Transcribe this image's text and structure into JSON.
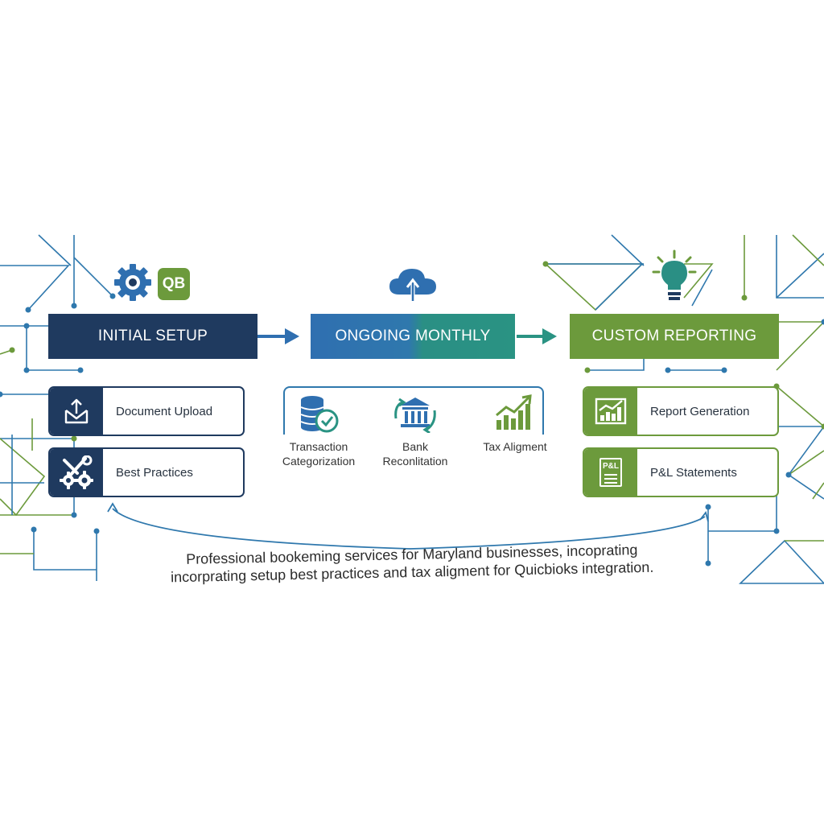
{
  "stages": {
    "setup": {
      "title": "INITIAL SETUP",
      "qb_logo_text": "QB"
    },
    "monthly": {
      "title": "ONGOING MONTHLY"
    },
    "reporting": {
      "title": "CUSTOM REPORTING"
    }
  },
  "setup_items": [
    {
      "label": "Document Upload",
      "icon": "document-upload-icon"
    },
    {
      "label": "Best Practices",
      "icon": "tools-gears-icon"
    }
  ],
  "monthly_items": [
    {
      "label_1": "Transaction",
      "label_2": "Categorization",
      "icon": "coins-check-icon"
    },
    {
      "label_1": "Bank",
      "label_2": "Reconlitation",
      "icon": "bank-cycle-icon"
    },
    {
      "label_1": "Tax Aligment",
      "label_2": "",
      "icon": "growth-chart-icon"
    }
  ],
  "reporting_items": [
    {
      "label": "Report Generation",
      "icon": "chart-report-icon"
    },
    {
      "label": "P&L Statements",
      "icon": "pl-document-icon",
      "doc_text": "P&L"
    }
  ],
  "caption": {
    "line1": "Professional bookeming services for Maryland businesses, incoprating",
    "line2": "incorprating setup best practices and tax aligment for Quicbioks integration."
  },
  "colors": {
    "navy": "#1f3a5f",
    "blue": "#2f78ad",
    "teal": "#2a9383",
    "green": "#6c9a3c"
  }
}
